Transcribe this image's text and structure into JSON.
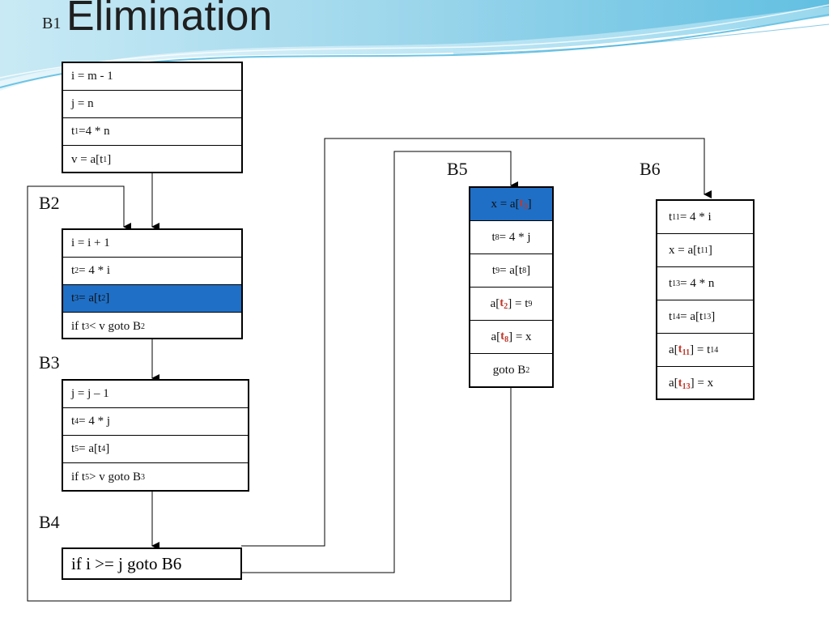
{
  "title": {
    "prefix": "B1",
    "main": "Elimination"
  },
  "labels": {
    "b2": "B2",
    "b3": "B3",
    "b4": "B4",
    "b5": "B5",
    "b6": "B6"
  },
  "colors": {
    "highlight": "#1f6fc6",
    "emphasis": "#c0392b"
  },
  "b1": [
    {
      "text": "i = m - 1"
    },
    {
      "text": "j = n"
    },
    {
      "pre": "t",
      "sub": "1",
      "post": " =4 *  n"
    },
    {
      "pre": "v = a[t",
      "sub": "1",
      "post": "]"
    }
  ],
  "b2": [
    {
      "text": "i = i  + 1"
    },
    {
      "pre": "t",
      "sub": "2",
      "post": " = 4 * i"
    },
    {
      "pre": "t",
      "sub": "3",
      "mid": " = a[t",
      "sub2": "2",
      "post": "]"
    },
    {
      "pre": "if t",
      "sub": "3",
      "mid": " < v goto B",
      "sub2": "2",
      "post": ""
    }
  ],
  "b3": [
    {
      "text": "j = j – 1"
    },
    {
      "pre": "t",
      "sub": "4",
      "post": " = 4 *  j"
    },
    {
      "pre": "t",
      "sub": "5",
      "mid": " = a[t",
      "sub2": "4",
      "post": "]"
    },
    {
      "pre": "if t",
      "sub": "5",
      "mid": " > v goto B",
      "sub2": "3",
      "post": ""
    }
  ],
  "b4": {
    "text": "if i >= j goto B6"
  },
  "b5": [
    {
      "pre": "x = a[",
      "red": "t",
      "redsub": "3",
      "post": "]"
    },
    {
      "pre": "t",
      "sub": "8",
      "post": " = 4 * j"
    },
    {
      "pre": "t",
      "sub": "9",
      "mid": " = a[t",
      "sub2": "8",
      "post": "]"
    },
    {
      "pre": "a[",
      "red": "t",
      "redsub": "2",
      "mid": "] = t",
      "sub2": "9",
      "post": ""
    },
    {
      "pre": "a[",
      "red": "t",
      "redsub": "8",
      "post": "] = x"
    },
    {
      "pre": "goto B",
      "sub": "2",
      "post": ""
    }
  ],
  "b6": [
    {
      "pre": "t",
      "sub": "11",
      "post": " = 4 * i"
    },
    {
      "pre": "x = a[t",
      "sub": "11",
      "post": "]"
    },
    {
      "pre": "t",
      "sub": "13",
      "post": " = 4 * n"
    },
    {
      "pre": "t",
      "sub": "14",
      "mid": " = a[t",
      "sub2": "13",
      "post": "]"
    },
    {
      "pre": "a[",
      "red": "t",
      "redsub": "11",
      "mid": "] = t",
      "sub2": "14",
      "post": ""
    },
    {
      "pre": "a[",
      "red": "t",
      "redsub": "13",
      "post": "] = x"
    }
  ]
}
